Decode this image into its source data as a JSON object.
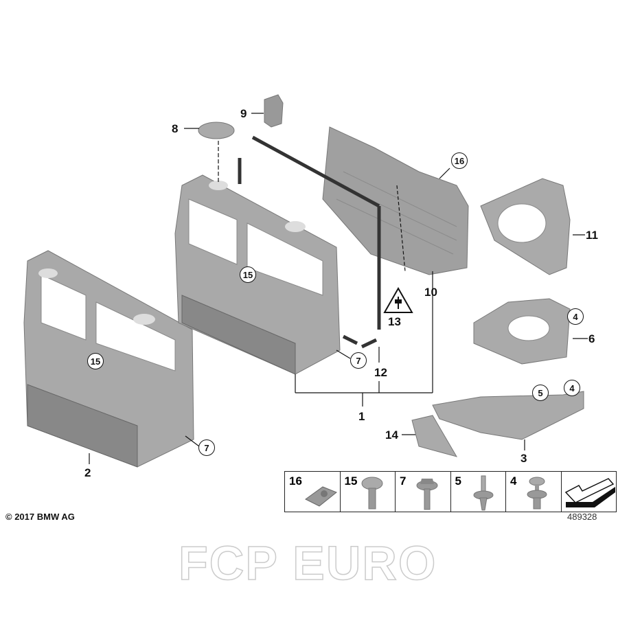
{
  "callouts": {
    "c1": "1",
    "c2": "2",
    "c3": "3",
    "c4a": "4",
    "c4b": "4",
    "c5": "5",
    "c6": "6",
    "c7a": "7",
    "c7b": "7",
    "c8": "8",
    "c9": "9",
    "c10": "10",
    "c11": "11",
    "c12": "12",
    "c13": "13",
    "c14": "14",
    "c15a": "15",
    "c15b": "15",
    "c16": "16"
  },
  "legend": {
    "items": [
      {
        "label": "16",
        "icon": "cage-nut-icon"
      },
      {
        "label": "15",
        "icon": "screw-icon"
      },
      {
        "label": "7",
        "icon": "hex-bolt-icon"
      },
      {
        "label": "5",
        "icon": "expanding-rivet-icon"
      },
      {
        "label": "4",
        "icon": "push-clip-icon"
      }
    ],
    "arrow_icon": "direction-arrow-icon"
  },
  "copyright": "© 2017 BMW AG",
  "diagram_number": "489328",
  "watermark": "FCP EURO",
  "colors": {
    "part": "#a9a9a9",
    "part_dark": "#7d7d7d",
    "seal": "#333333"
  }
}
